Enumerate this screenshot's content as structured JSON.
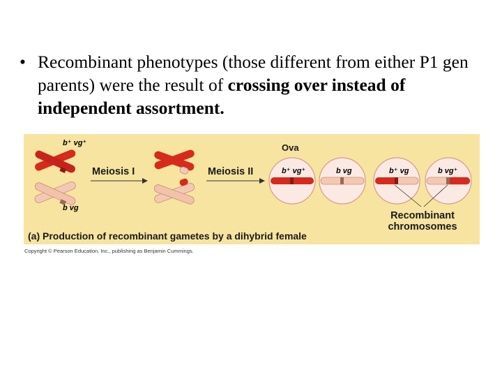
{
  "slide": {
    "bullet": "•",
    "text_lead": "Recombinant phenotypes (those different from either P1 gen parents) were the result of ",
    "text_bold": "crossing over instead of independent assortment."
  },
  "figure": {
    "background_color": "#f6e4a0",
    "red_chromosome_color": "#d62a1c",
    "light_chromosome_color": "#f4c9b4",
    "parent_top_label": "b⁺ vg⁺",
    "parent_bottom_label": "b vg",
    "meiosis1_label": "Meiosis I",
    "meiosis2_label": "Meiosis II",
    "ova_label": "Ova",
    "ova": [
      {
        "label": "b⁺ vg⁺",
        "type": "red"
      },
      {
        "label": "b vg",
        "type": "light"
      },
      {
        "label": "b⁺ vg",
        "type": "red-light"
      },
      {
        "label": "b vg⁺",
        "type": "light-red"
      }
    ],
    "recombinant_label_line1": "Recombinant",
    "recombinant_label_line2": "chromosomes",
    "caption": "(a) Production of recombinant gametes by a dihybrid female",
    "credit": "Copyright © Pearson Education, Inc., publishing as Benjamin Cummings."
  }
}
